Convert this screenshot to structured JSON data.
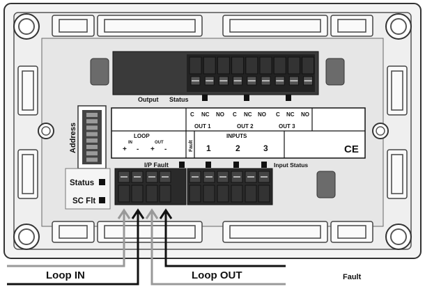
{
  "top_label": {
    "output": "Output",
    "status": "Status"
  },
  "address_label": "Address",
  "relay_terminals": [
    "C",
    "NC",
    "NO",
    "C",
    "NC",
    "NO",
    "C",
    "NC",
    "NO"
  ],
  "outputs": [
    "OUT 1",
    "OUT 2",
    "OUT 3"
  ],
  "loop": {
    "title": "LOOP",
    "in": "IN",
    "out": "OUT",
    "plus": "+",
    "minus": "-"
  },
  "fault_vertical": "Fault",
  "inputs": {
    "title": "INPUTS",
    "numbers": [
      "1",
      "2",
      "3"
    ]
  },
  "ce_mark": "CE",
  "ip_fault_label": "I/P Fault",
  "input_status_label": "Input Status",
  "side_labels": {
    "status": "Status",
    "sc_flt": "SC Flt"
  },
  "wire_labels": {
    "loop_in": "Loop IN",
    "loop_out": "Loop OUT",
    "fault": "Fault"
  },
  "colors": {
    "frame": "#f2f2f2",
    "terminal": "#2a2a2a",
    "led": "#111111",
    "wire_dark": "#111111",
    "wire_grey": "#999999"
  }
}
